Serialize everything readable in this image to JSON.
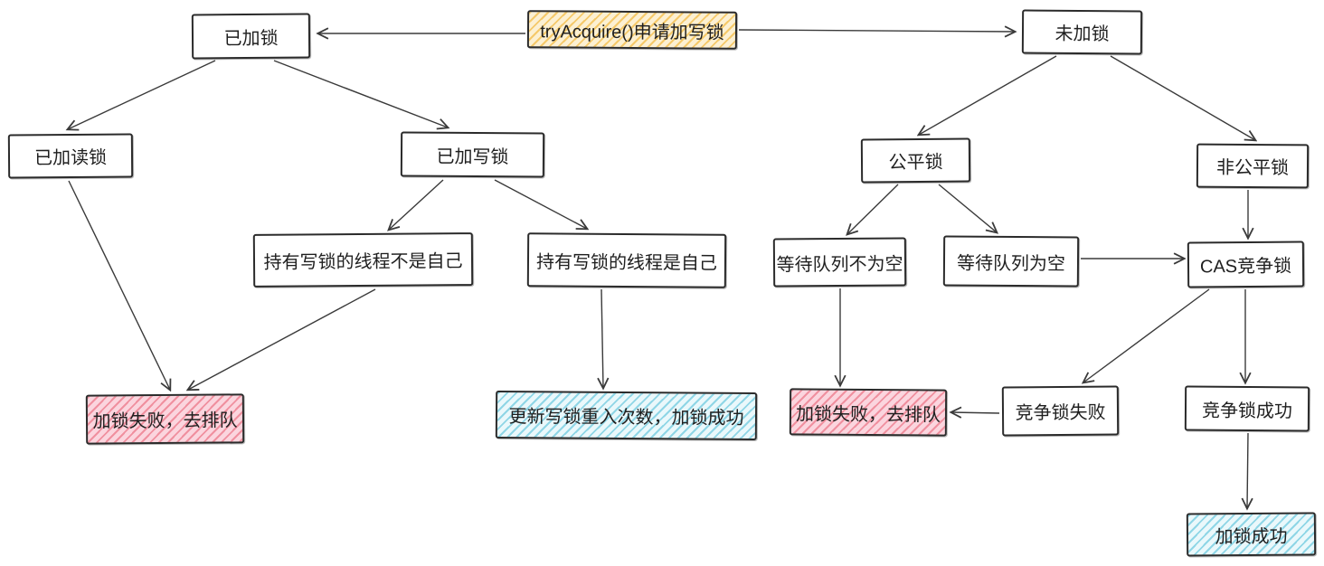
{
  "nodes": {
    "try_acquire": {
      "label": "tryAcquire()申请加写锁",
      "type": "yellow"
    },
    "locked": {
      "label": "已加锁",
      "type": "plain"
    },
    "unlocked": {
      "label": "未加锁",
      "type": "plain"
    },
    "read_locked": {
      "label": "已加读锁",
      "type": "plain"
    },
    "write_locked": {
      "label": "已加写锁",
      "type": "plain"
    },
    "holder_not_self": {
      "label": "持有写锁的线程不是自己",
      "type": "plain"
    },
    "holder_is_self": {
      "label": "持有写锁的线程是自己",
      "type": "plain"
    },
    "fail_queue_left": {
      "label": "加锁失败，去排队",
      "type": "pink"
    },
    "reentry_success": {
      "label": "更新写锁重入次数，加锁成功",
      "type": "blue"
    },
    "fair_lock": {
      "label": "公平锁",
      "type": "plain"
    },
    "unfair_lock": {
      "label": "非公平锁",
      "type": "plain"
    },
    "queue_not_empty": {
      "label": "等待队列不为空",
      "type": "plain"
    },
    "queue_empty": {
      "label": "等待队列为空",
      "type": "plain"
    },
    "cas_compete": {
      "label": "CAS竞争锁",
      "type": "plain"
    },
    "fail_queue_right": {
      "label": "加锁失败，去排队",
      "type": "pink"
    },
    "compete_fail": {
      "label": "竞争锁失败",
      "type": "plain"
    },
    "compete_success": {
      "label": "竞争锁成功",
      "type": "plain"
    },
    "lock_success": {
      "label": "加锁成功",
      "type": "blue"
    }
  },
  "edges": [
    {
      "from": "try_acquire",
      "to": "locked"
    },
    {
      "from": "try_acquire",
      "to": "unlocked"
    },
    {
      "from": "locked",
      "to": "read_locked"
    },
    {
      "from": "locked",
      "to": "write_locked"
    },
    {
      "from": "read_locked",
      "to": "fail_queue_left"
    },
    {
      "from": "write_locked",
      "to": "holder_not_self"
    },
    {
      "from": "write_locked",
      "to": "holder_is_self"
    },
    {
      "from": "holder_not_self",
      "to": "fail_queue_left"
    },
    {
      "from": "holder_is_self",
      "to": "reentry_success"
    },
    {
      "from": "unlocked",
      "to": "fair_lock"
    },
    {
      "from": "unlocked",
      "to": "unfair_lock"
    },
    {
      "from": "fair_lock",
      "to": "queue_not_empty"
    },
    {
      "from": "fair_lock",
      "to": "queue_empty"
    },
    {
      "from": "queue_not_empty",
      "to": "fail_queue_right"
    },
    {
      "from": "queue_empty",
      "to": "cas_compete"
    },
    {
      "from": "unfair_lock",
      "to": "cas_compete"
    },
    {
      "from": "cas_compete",
      "to": "compete_fail"
    },
    {
      "from": "cas_compete",
      "to": "compete_success"
    },
    {
      "from": "compete_fail",
      "to": "fail_queue_right"
    },
    {
      "from": "compete_success",
      "to": "lock_success"
    }
  ],
  "colors": {
    "ink": "#2b2b2b",
    "edge_stroke": "#3a3a3a",
    "yellow_stripe": "#f5c96a",
    "yellow_bg": "#fcf0d2",
    "pink_stripe": "#f0909f",
    "pink_bg": "#fbd5de",
    "blue_stripe": "#8fd6e6",
    "blue_bg": "#eaf8fb"
  }
}
